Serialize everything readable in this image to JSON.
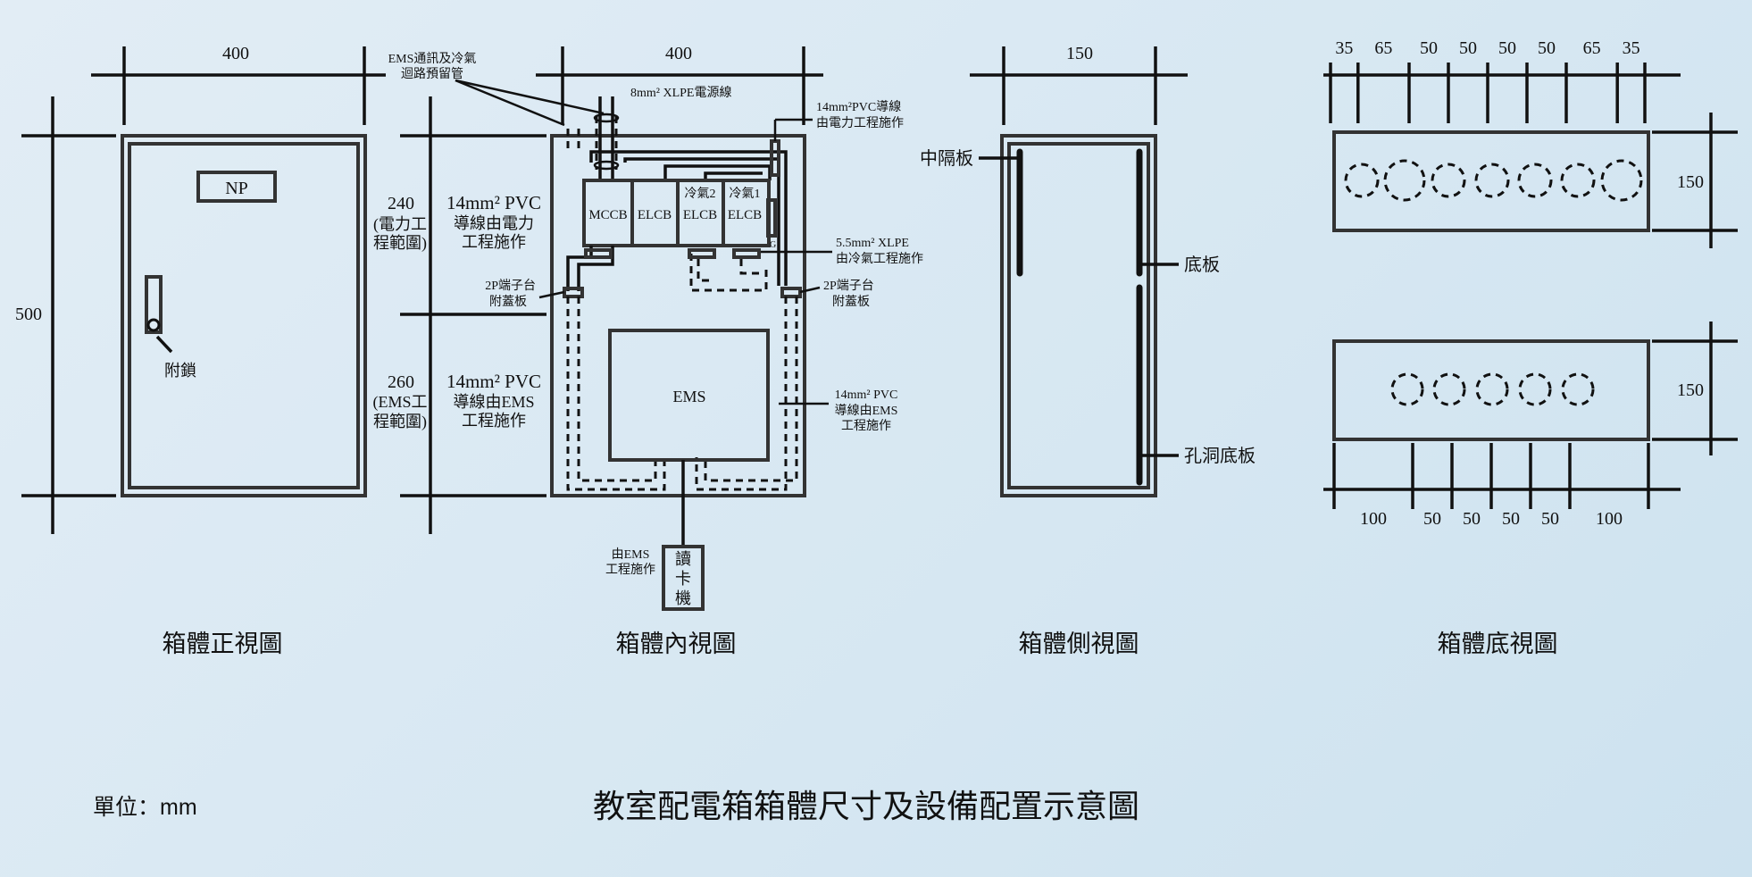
{
  "colors": {
    "background": "#dbe9f3",
    "line": "#111111"
  },
  "front": {
    "caption": "箱體正視圖",
    "width": "400",
    "height": "500",
    "np": "NP",
    "lock": "附鎖"
  },
  "inner": {
    "caption": "箱體內視圖",
    "width": "400",
    "reserve_pipe": [
      "EMS通訊及冷氣",
      "迴路預留管"
    ],
    "xlpe8": "8mm² XLPE電源線",
    "pvc_top": [
      "14mm²PVC導線",
      "由電力工程施作"
    ],
    "upper_dim": [
      "240",
      "(電力工",
      "程範圍)"
    ],
    "upper_note": [
      "14mm² PVC",
      "導線由電力",
      "工程施作"
    ],
    "lower_dim": [
      "260",
      "(EMS工",
      "程範圍)"
    ],
    "lower_note": [
      "14mm² PVC",
      "導線由EMS",
      "工程施作"
    ],
    "terminal_left": [
      "2P端子台",
      "附蓋板"
    ],
    "terminal_right": [
      "2P端子台",
      "附蓋板"
    ],
    "xlpe55": [
      "5.5mm² XLPE",
      "由冷氣工程施作"
    ],
    "pvc_ems": [
      "14mm² PVC",
      "導線由EMS",
      "工程施作"
    ],
    "breakers": {
      "mccb": "MCCB",
      "elcb": "ELCB",
      "ac2_top": "冷氣2",
      "ac2_bottom": "ELCB",
      "ac1_top": "冷氣1",
      "ac1_bottom": "ELCB"
    },
    "ground": "G",
    "ems": "EMS",
    "reader": [
      "讀",
      "卡",
      "機"
    ],
    "reader_note": [
      "由EMS",
      "工程施作"
    ]
  },
  "side": {
    "caption": "箱體側視圖",
    "width": "150",
    "partition": "中隔板",
    "base": "底板",
    "hole_base": "孔洞底板"
  },
  "bottom": {
    "caption": "箱體底視圖",
    "top_dims": [
      "35",
      "65",
      "50",
      "50",
      "50",
      "50",
      "65",
      "35"
    ],
    "bottom_dims": [
      "100",
      "50",
      "50",
      "50",
      "50",
      "100"
    ],
    "depth_top": "150",
    "depth_bottom": "150"
  },
  "unit": "單位：mm",
  "title": "教室配電箱箱體尺寸及設備配置示意圖"
}
